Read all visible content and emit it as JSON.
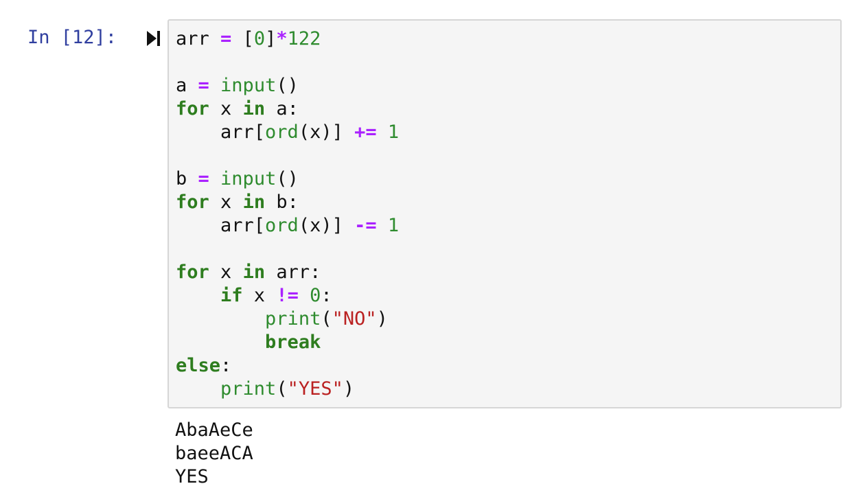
{
  "cell": {
    "prompt": "In [12]:",
    "run_icon": "run-cell-icon"
  },
  "code_lines": [
    [
      {
        "t": "arr "
      },
      {
        "t": "=",
        "c": "op"
      },
      {
        "t": " ["
      },
      {
        "t": "0",
        "c": "num"
      },
      {
        "t": "]"
      },
      {
        "t": "*",
        "c": "op"
      },
      {
        "t": "122",
        "c": "num"
      }
    ],
    [],
    [
      {
        "t": "a "
      },
      {
        "t": "=",
        "c": "op"
      },
      {
        "t": " "
      },
      {
        "t": "input",
        "c": "bi"
      },
      {
        "t": "()"
      }
    ],
    [
      {
        "t": "for",
        "c": "kw"
      },
      {
        "t": " x "
      },
      {
        "t": "in",
        "c": "kw"
      },
      {
        "t": " a:"
      }
    ],
    [
      {
        "t": "    arr["
      },
      {
        "t": "ord",
        "c": "bi"
      },
      {
        "t": "(x)] "
      },
      {
        "t": "+=",
        "c": "op"
      },
      {
        "t": " "
      },
      {
        "t": "1",
        "c": "num"
      }
    ],
    [],
    [
      {
        "t": "b "
      },
      {
        "t": "=",
        "c": "op"
      },
      {
        "t": " "
      },
      {
        "t": "input",
        "c": "bi"
      },
      {
        "t": "()"
      }
    ],
    [
      {
        "t": "for",
        "c": "kw"
      },
      {
        "t": " x "
      },
      {
        "t": "in",
        "c": "kw"
      },
      {
        "t": " b:"
      }
    ],
    [
      {
        "t": "    arr["
      },
      {
        "t": "ord",
        "c": "bi"
      },
      {
        "t": "(x)] "
      },
      {
        "t": "-=",
        "c": "op"
      },
      {
        "t": " "
      },
      {
        "t": "1",
        "c": "num"
      }
    ],
    [],
    [
      {
        "t": "for",
        "c": "kw"
      },
      {
        "t": " x "
      },
      {
        "t": "in",
        "c": "kw"
      },
      {
        "t": " arr:"
      }
    ],
    [
      {
        "t": "    "
      },
      {
        "t": "if",
        "c": "kw"
      },
      {
        "t": " x "
      },
      {
        "t": "!=",
        "c": "op"
      },
      {
        "t": " "
      },
      {
        "t": "0",
        "c": "num"
      },
      {
        "t": ":"
      }
    ],
    [
      {
        "t": "        "
      },
      {
        "t": "print",
        "c": "bi"
      },
      {
        "t": "("
      },
      {
        "t": "\"NO\"",
        "c": "str"
      },
      {
        "t": ")"
      }
    ],
    [
      {
        "t": "        "
      },
      {
        "t": "break",
        "c": "kw"
      }
    ],
    [
      {
        "t": "else",
        "c": "kw"
      },
      {
        "t": ":"
      }
    ],
    [
      {
        "t": "    "
      },
      {
        "t": "print",
        "c": "bi"
      },
      {
        "t": "("
      },
      {
        "t": "\"YES\"",
        "c": "str"
      },
      {
        "t": ")"
      }
    ]
  ],
  "output_lines": [
    "AbaAeCe",
    "baeeACA",
    "YES"
  ],
  "colors": {
    "prompt": "#303f9f",
    "keyword": "#2e7d1f",
    "operator": "#aa22ff",
    "builtin": "#2e8b2e",
    "string": "#ba2121",
    "input_background": "#f5f5f5",
    "input_border": "#d6d6d6"
  }
}
